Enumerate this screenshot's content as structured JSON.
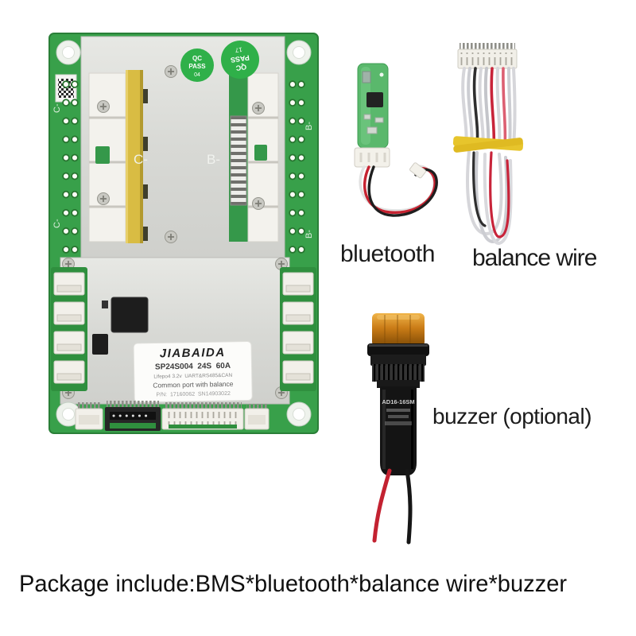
{
  "page": {
    "background": "#ffffff"
  },
  "captions": {
    "bluetooth": "bluetooth",
    "balance_wire": "balance wire",
    "buzzer": "buzzer (optional)",
    "package_line": "Package include:BMS*bluetooth*balance wire*buzzer"
  },
  "bms_board": {
    "plate_label_left": "C-",
    "plate_label_right": "B-",
    "edge_label_left_top": "C-",
    "edge_label_left_bottom": "C-",
    "edge_label_right_top": "B-",
    "edge_label_right_bottom": "B-",
    "qc_sticker_1": {
      "line1": "QC",
      "line2": "PASS",
      "line3": "04"
    },
    "qc_sticker_2": {
      "line1": "QC",
      "line2": "PASS",
      "line3": "17"
    },
    "product_label": {
      "brand": "JIABAIDA",
      "line1": "SP24S004  24S  60A",
      "line2": "Lifepo4 3.2v  UART&RS485&CAN",
      "line3": "Common port with balance",
      "line4": "P/N:  17160062  SN14903022"
    }
  },
  "buzzer": {
    "model": "AD16-16SM"
  },
  "colors": {
    "pcb_green": "#38a04a",
    "pcb_green_dark": "#2f8f3e",
    "plate_gray": "#d8d9d5",
    "busbar_yellow": "#d9bc43",
    "qc_sticker_green": "#2fb049",
    "lens_amber": "#c97b16",
    "wire_red": "#c32231",
    "wire_black": "#1a1a1a",
    "wire_gray": "#d6d6da",
    "tie_yellow": "#e7c52c",
    "text_black": "#1b1b1b"
  }
}
